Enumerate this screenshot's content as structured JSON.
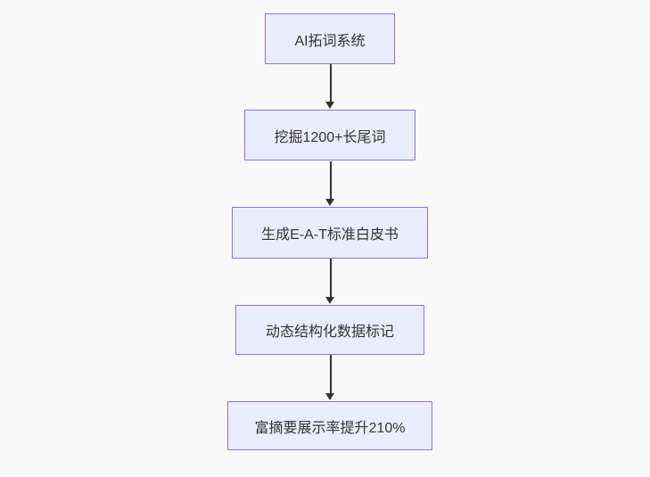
{
  "diagram": {
    "type": "flowchart",
    "direction": "top-down",
    "colors": {
      "background": "#f9f9f9",
      "node_fill": "#ececff",
      "node_border": "#9370db",
      "text": "#333333",
      "arrow": "#333333"
    },
    "nodes": [
      {
        "id": "n1",
        "label": "AI拓词系统"
      },
      {
        "id": "n2",
        "label": "挖掘1200+长尾词"
      },
      {
        "id": "n3",
        "label": "生成E-A-T标准白皮书"
      },
      {
        "id": "n4",
        "label": "动态结构化数据标记"
      },
      {
        "id": "n5",
        "label": "富摘要展示率提升210%"
      }
    ],
    "edges": [
      {
        "from": "n1",
        "to": "n2",
        "style": "arrow-down"
      },
      {
        "from": "n2",
        "to": "n3",
        "style": "arrow-down"
      },
      {
        "from": "n3",
        "to": "n4",
        "style": "arrow-down"
      },
      {
        "from": "n4",
        "to": "n5",
        "style": "arrow-down"
      }
    ]
  }
}
